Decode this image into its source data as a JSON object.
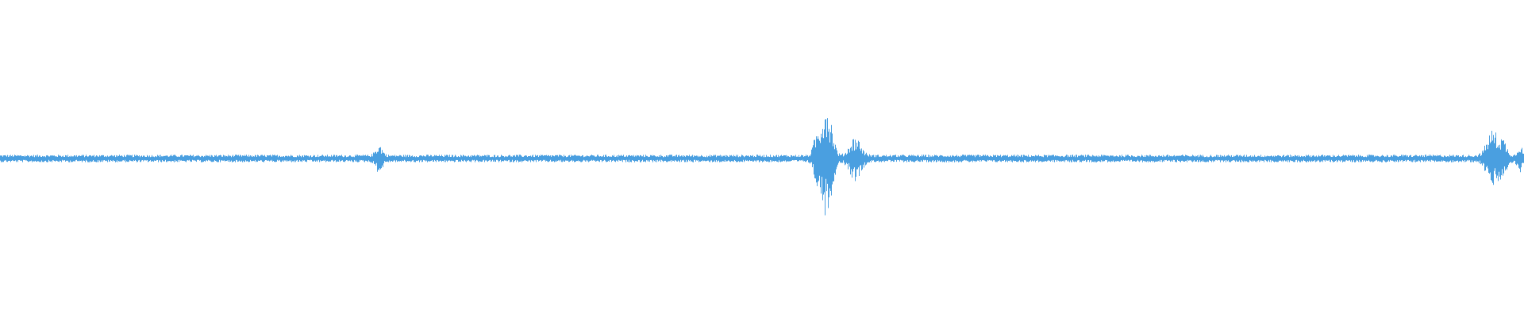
{
  "waveform": {
    "color": "#4a9fe0",
    "background": "#ffffff",
    "baseline_amplitude": 0.012,
    "bursts": [
      {
        "center": 0.2485,
        "width": 0.003,
        "amplitude": 0.035
      },
      {
        "center": 0.535,
        "width": 0.0025,
        "amplitude": 0.05
      },
      {
        "center": 0.541,
        "width": 0.004,
        "amplitude": 0.16
      },
      {
        "center": 0.5455,
        "width": 0.003,
        "amplitude": 0.06
      },
      {
        "center": 0.561,
        "width": 0.005,
        "amplitude": 0.06
      },
      {
        "center": 0.979,
        "width": 0.005,
        "amplitude": 0.08
      },
      {
        "center": 0.986,
        "width": 0.0035,
        "amplitude": 0.045
      },
      {
        "center": 0.997,
        "width": 0.002,
        "amplitude": 0.04
      }
    ]
  }
}
